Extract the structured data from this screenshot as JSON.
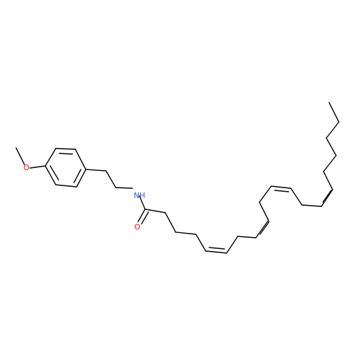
{
  "molecule": {
    "atoms": {
      "oxygen_methoxy": {
        "symbol": "O",
        "color": "#ff0d0d"
      },
      "nitrogen_amide": {
        "symbol": "NH",
        "color": "#3050f8"
      },
      "oxygen_carbonyl": {
        "symbol": "O",
        "color": "#ff0d0d"
      }
    },
    "bond_color": "#000000"
  }
}
